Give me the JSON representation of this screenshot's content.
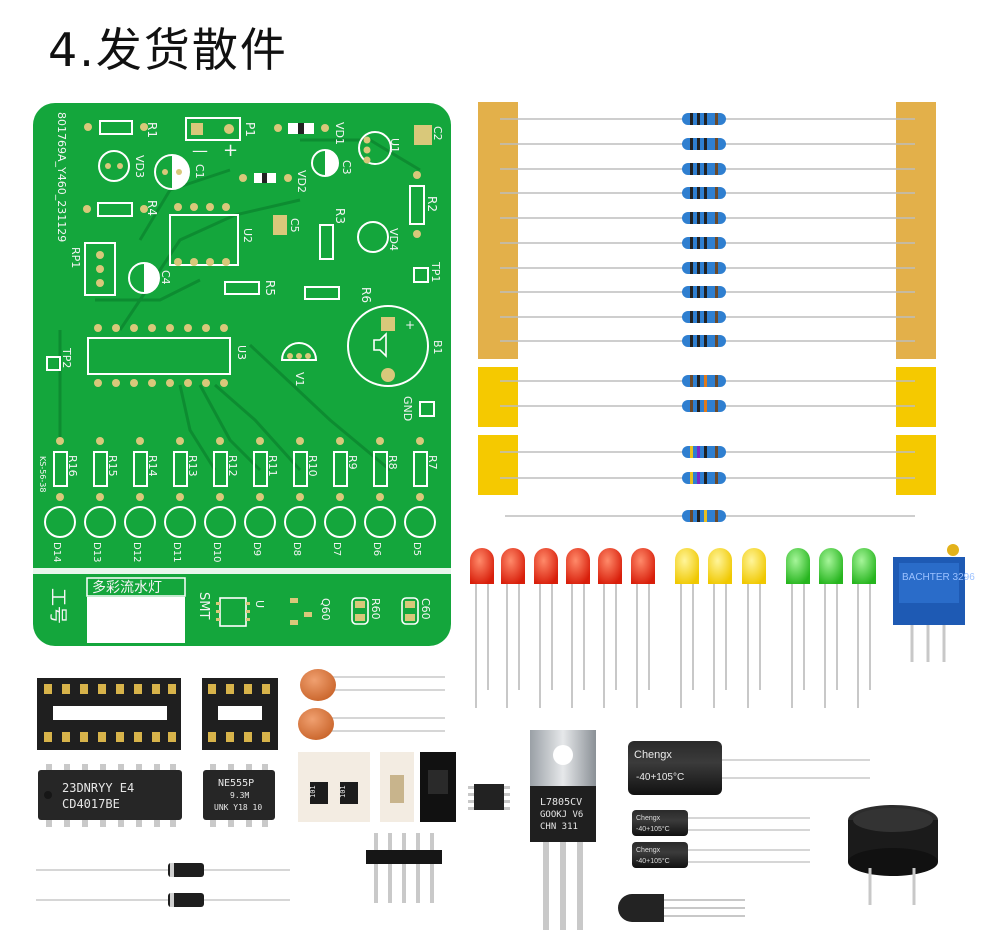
{
  "heading": "4.发货散件",
  "colors": {
    "pcb_green": "#14a63c",
    "silkscreen": "#ffffff",
    "paper_tape": "#e3b04a",
    "tape_yellow": "#f5c900",
    "led_red": "#e32a14",
    "led_yellow": "#f6d400",
    "led_green": "#2ecc2a",
    "trimmer_blue": "#1e5ab4",
    "cap_ceramic": "#d9783a"
  },
  "pcb": {
    "batch_code": "801769A_Y460_231129",
    "side_code": "KS-56-38",
    "title": "多彩流水灯",
    "designer": "工号",
    "smt_label": "SMT",
    "labels": {
      "r1": "R1",
      "p1": "P1",
      "vd1": "VD1",
      "u1": "U1",
      "c2": "C2",
      "vd3": "VD3",
      "c1": "C1",
      "c3": "C3",
      "vd2": "VD2",
      "r2": "R2",
      "r4": "R4",
      "u2": "U2",
      "c5": "C5",
      "r3": "R3",
      "vd4": "VD4",
      "rp1": "RP1",
      "c4": "C4",
      "r5": "R5",
      "r6": "R6",
      "tp1": "TP1",
      "tp2": "TP2",
      "u3": "U3",
      "v1": "V1",
      "b1": "B1",
      "gnd": "GND",
      "r16": "R16",
      "r15": "R15",
      "r14": "R14",
      "r13": "R13",
      "r12": "R12",
      "r11": "R11",
      "r10": "R10",
      "r9": "R9",
      "r8": "R8",
      "r7": "R7",
      "d14": "D14",
      "d13": "D13",
      "d12": "D12",
      "d11": "D11",
      "d10": "D10",
      "d9": "D9",
      "d8": "D8",
      "d7": "D7",
      "d6": "D6",
      "d5": "D5",
      "u": "U",
      "q60": "Q60",
      "r60": "R60",
      "c60": "C60",
      "plus": "+",
      "minus": "—"
    }
  },
  "chips": {
    "cd4017_line1": "23DNRYY E4",
    "cd4017_line2": "CD4017BE",
    "ne555_line1": "NE555P",
    "ne555_line2": "9.3M",
    "ne555_line3": "UNK Y18 10",
    "regulator_line1": "L7805CV",
    "regulator_line2": "GOOKJ V6",
    "regulator_line3": "CHN 311",
    "smd_r1": "101",
    "smd_r2": "101"
  },
  "capacitors": {
    "big_brand": "Chengx",
    "big_rating": "-40+105°C",
    "small_brand": "Chengx",
    "small_rating": "-40+105°C"
  },
  "trimmer": {
    "marking": "BACHTER 3296"
  }
}
